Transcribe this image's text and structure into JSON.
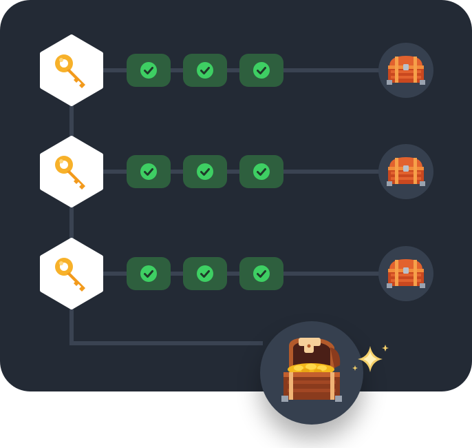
{
  "track": {
    "rows": [
      {
        "key_icon": "key-icon",
        "steps": [
          {
            "status": "completed",
            "icon": "check-circle-icon"
          },
          {
            "status": "completed",
            "icon": "check-circle-icon"
          },
          {
            "status": "completed",
            "icon": "check-circle-icon"
          }
        ],
        "reward_icon": "chest-icon"
      },
      {
        "key_icon": "key-icon",
        "steps": [
          {
            "status": "completed",
            "icon": "check-circle-icon"
          },
          {
            "status": "completed",
            "icon": "check-circle-icon"
          },
          {
            "status": "completed",
            "icon": "check-circle-icon"
          }
        ],
        "reward_icon": "chest-icon"
      },
      {
        "key_icon": "key-icon",
        "steps": [
          {
            "status": "completed",
            "icon": "check-circle-icon"
          },
          {
            "status": "completed",
            "icon": "check-circle-icon"
          },
          {
            "status": "completed",
            "icon": "check-circle-icon"
          }
        ],
        "reward_icon": "chest-icon"
      }
    ],
    "final_reward": {
      "icon": "open-treasure-chest-icon",
      "decoration": "sparkle-icon"
    }
  },
  "colors": {
    "panel": "#232a35",
    "connector": "#3a4352",
    "node": "#36404f",
    "check_tile": "#2e5f3e",
    "check": "#3ecf63",
    "key": "#f7b12a",
    "chest_wood": "#e2622e"
  }
}
